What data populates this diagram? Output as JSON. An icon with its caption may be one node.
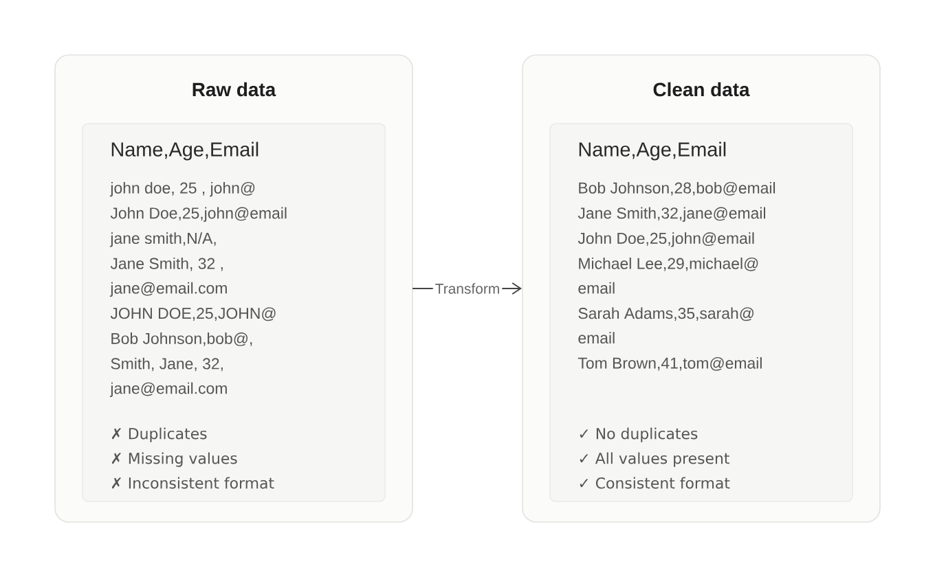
{
  "diagram": {
    "nodes": [
      {
        "text": [
          "Raw data"
        ]
      },
      {
        "text": [
          "Name,Age,Email",
          "john doe, 25 , john@",
          "John Doe,25,john@email",
          "jane smith,N/A,",
          "Jane Smith, 32 , jane@email.com",
          "JOHN DOE,25,JOHN@",
          "Bob Johnson,bob@,",
          "Smith, Jane, 32, jane@email.com",
          "✗ Duplicates",
          "✗ Missing values",
          "✗ Inconsistent format"
        ],
        "in": 0
      },
      {
        "text": [
          "Clean data"
        ]
      },
      {
        "text": [
          "Name,Age,Email",
          "Bob Johnson,28,bob@email",
          "Jane Smith,32,jane@email",
          "John Doe,25,john@email",
          "Michael Lee,29,michael@ email",
          "Sarah Adams,35,sarah@ email",
          "Tom Brown,41,tom@email",
          "✓ No duplicates",
          "✓ All values present",
          "✓ Consistent format"
        ],
        "in": 2
      }
    ],
    "edges": [
      {
        "from": 0,
        "to": 2,
        "arrow": "to",
        "label": "Transform"
      }
    ]
  }
}
